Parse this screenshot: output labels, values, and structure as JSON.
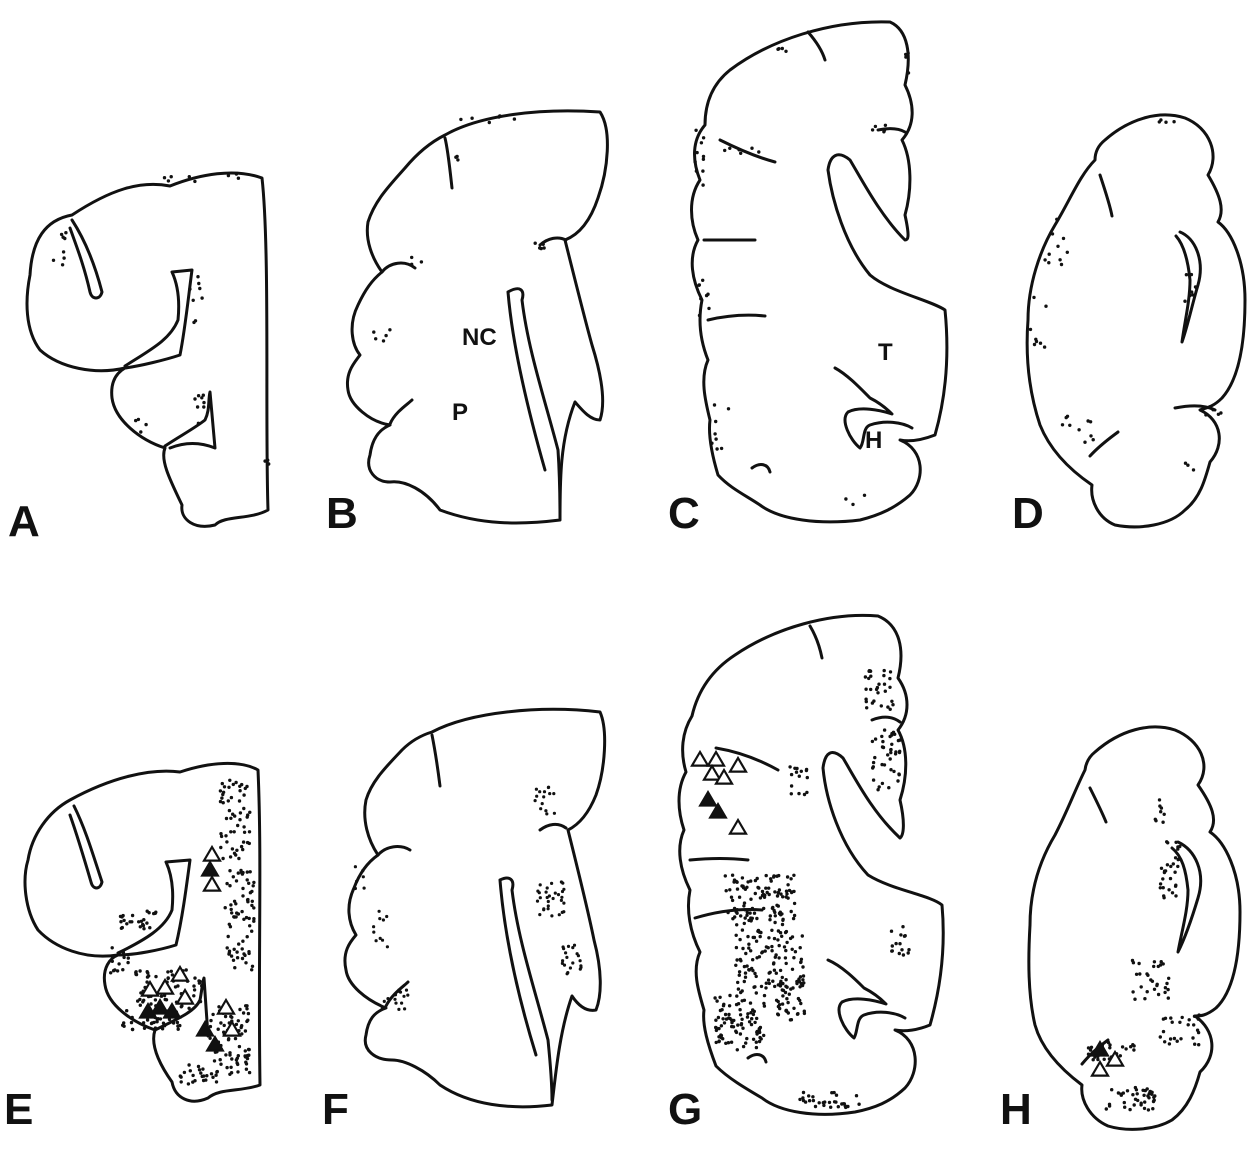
{
  "figure": {
    "panels": [
      {
        "letter": "A",
        "labels": []
      },
      {
        "letter": "B",
        "labels": [
          "NC",
          "P"
        ]
      },
      {
        "letter": "C",
        "labels": [
          "T",
          "H"
        ]
      },
      {
        "letter": "D",
        "labels": []
      },
      {
        "letter": "E",
        "labels": []
      },
      {
        "letter": "F",
        "labels": []
      },
      {
        "letter": "G",
        "labels": []
      },
      {
        "letter": "H",
        "labels": []
      }
    ],
    "colors": {
      "ink": "#111111",
      "background": "#ffffff"
    },
    "marker_types": [
      "dot",
      "open-triangle",
      "filled-triangle"
    ]
  }
}
